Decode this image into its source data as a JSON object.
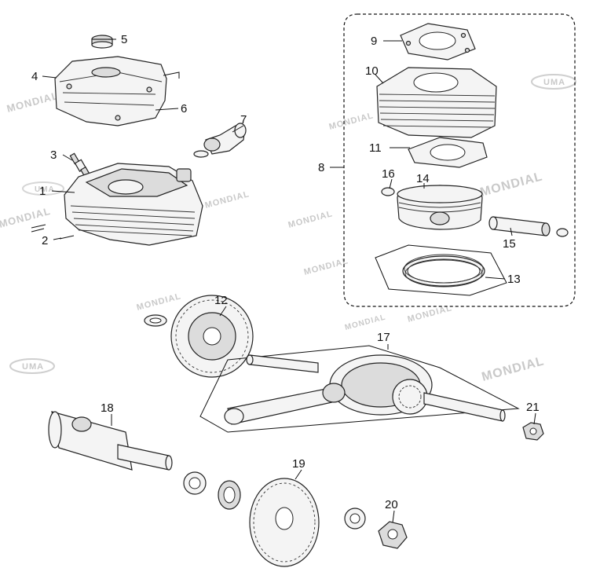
{
  "watermarks": {
    "brand": "MONDIAL",
    "logo": "UMA"
  },
  "callouts": [
    {
      "id": "1",
      "label": "1"
    },
    {
      "id": "2",
      "label": "2"
    },
    {
      "id": "3",
      "label": "3"
    },
    {
      "id": "4",
      "label": "4"
    },
    {
      "id": "5",
      "label": "5"
    },
    {
      "id": "6",
      "label": "6"
    },
    {
      "id": "7",
      "label": "7"
    },
    {
      "id": "8",
      "label": "8"
    },
    {
      "id": "9",
      "label": "9"
    },
    {
      "id": "10",
      "label": "10"
    },
    {
      "id": "11",
      "label": "11"
    },
    {
      "id": "12",
      "label": "12"
    },
    {
      "id": "13",
      "label": "13"
    },
    {
      "id": "14",
      "label": "14"
    },
    {
      "id": "15",
      "label": "15"
    },
    {
      "id": "16",
      "label": "16"
    },
    {
      "id": "17",
      "label": "17"
    },
    {
      "id": "18",
      "label": "18"
    },
    {
      "id": "19",
      "label": "19"
    },
    {
      "id": "20",
      "label": "20"
    },
    {
      "id": "21",
      "label": "21"
    }
  ]
}
